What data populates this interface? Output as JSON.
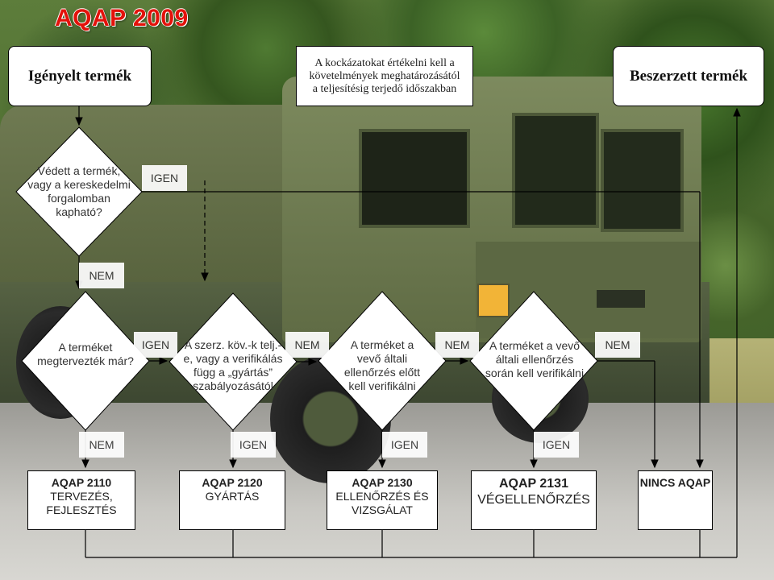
{
  "title": "AQAP 2009",
  "top_left_box": "Igényelt termék",
  "top_middle_note": [
    "A kockázatokat értékelni kell a",
    "követelmények meghatározásától",
    "a teljesítésig terjedő időszakban"
  ],
  "top_right_box": "Beszerzett termék",
  "decisions": {
    "protected": [
      "Védett a termék,",
      "vagy a kereskedelmi",
      "forgalomban",
      "kapható?"
    ],
    "designed": [
      "A terméket",
      "megtervezték már?"
    ],
    "contract": [
      "A szerz. köv.-k telj.-",
      "e, vagy a verifikálás",
      "függ a „gyártás”",
      "szabályozásától"
    ],
    "buyer_verify_before": [
      "A terméket a",
      "vevő általi",
      "ellenőrzés előtt",
      "kell verifikálni"
    ],
    "buyer_verify_final": [
      "A terméket a vevő",
      "általi ellenőrzés",
      "során kell verifikálni"
    ]
  },
  "edge_labels": {
    "yes_protected": "IGEN",
    "no_protected": "NEM",
    "yes_designed": "IGEN",
    "no_designed": "NEM",
    "no_contract": "NEM",
    "yes_contract": "IGEN",
    "no_verify_before": "NEM",
    "yes_verify_before": "IGEN",
    "no_verify_final": "NEM",
    "yes_verify_final": "IGEN"
  },
  "outcomes": [
    {
      "code": "AQAP 2110",
      "lines": [
        "TERVEZÉS,",
        "FEJLESZTÉS"
      ]
    },
    {
      "code": "AQAP 2120",
      "lines": [
        "GYÁRTÁS"
      ]
    },
    {
      "code": "AQAP 2130",
      "lines": [
        "ELLENŐRZÉS ÉS",
        "VIZSGÁLAT"
      ]
    },
    {
      "code": "AQAP 2131",
      "lines": [
        "VÉGELLENŐRZÉS"
      ]
    },
    {
      "code": "NINCS AQAP",
      "lines": []
    }
  ],
  "colors": {
    "title": "#e3120b",
    "box_fill": "#ffffff",
    "line": "#000000"
  }
}
